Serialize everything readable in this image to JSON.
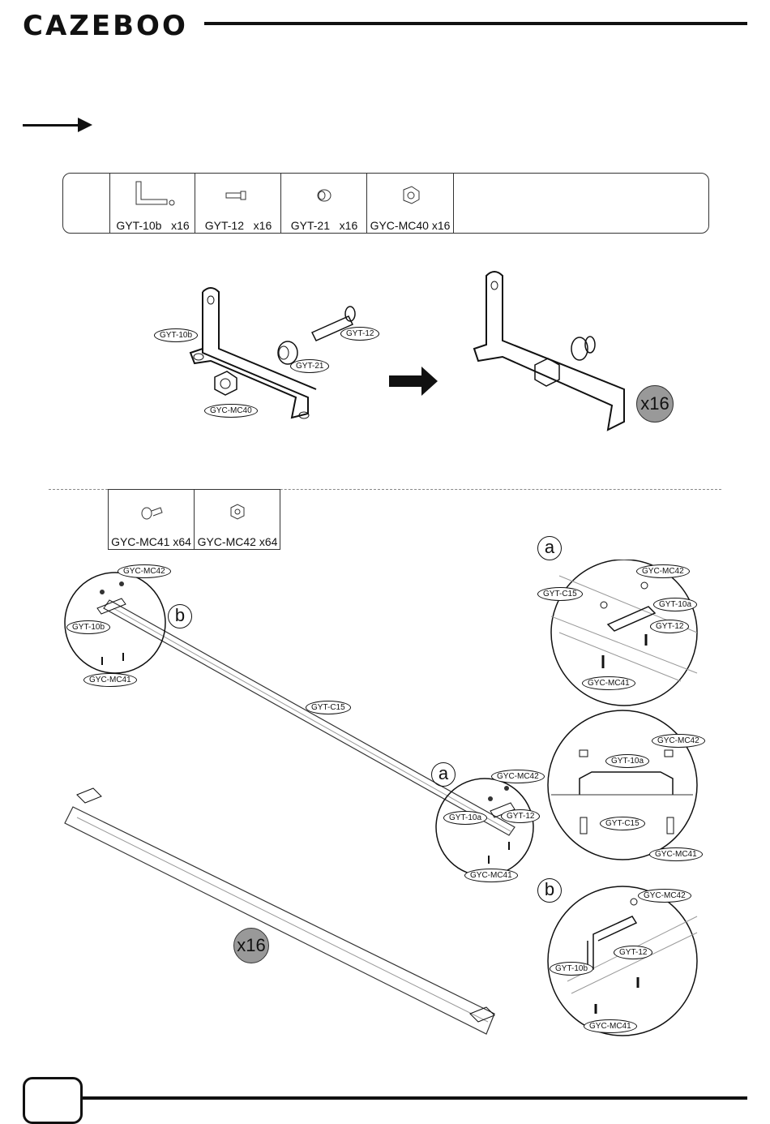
{
  "brand": "CAZEBOO",
  "parts_top": [
    {
      "code": "GYT-10b",
      "qty": "x16"
    },
    {
      "code": "GYT-12",
      "qty": "x16"
    },
    {
      "code": "GYT-21",
      "qty": "x16"
    },
    {
      "code": "GYC-MC40",
      "qty": "x16"
    }
  ],
  "parts_bottom": [
    {
      "code": "GYC-MC41",
      "qty": "x64"
    },
    {
      "code": "GYC-MC42",
      "qty": "x64"
    }
  ],
  "step1": {
    "labels": [
      "GYT-10b",
      "GYT-12",
      "GYT-21",
      "GYC-MC40"
    ],
    "multiplier": "x16"
  },
  "step2": {
    "multiplier": "x16",
    "rail_label": "GYT-C15",
    "letter_a": "a",
    "letter_b": "b",
    "left_detail": [
      "GYC-MC42",
      "GYT-10b",
      "GYC-MC41"
    ],
    "mid_detail": [
      "GYC-MC42",
      "GYT-10a",
      "GYT-12",
      "GYC-MC41"
    ],
    "detail_a": [
      "GYT-C15",
      "GYC-MC42",
      "GYT-10a",
      "GYT-12",
      "GYC-MC41"
    ],
    "detail_section": [
      "GYC-MC42",
      "GYT-10a",
      "GYT-C15",
      "GYC-MC41"
    ],
    "detail_b": [
      "GYC-MC42",
      "GYT-12",
      "GYT-10b",
      "GYC-MC41"
    ]
  }
}
